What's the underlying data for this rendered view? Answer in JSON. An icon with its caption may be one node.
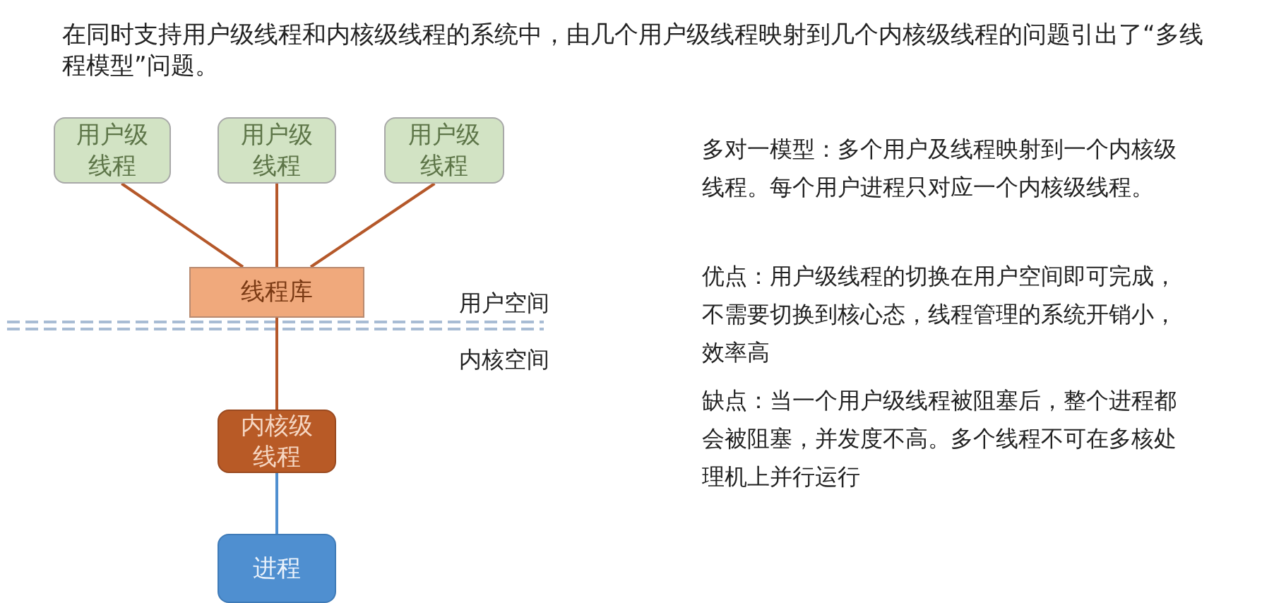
{
  "diagram": {
    "title": "在同时支持用户级线程和内核级线程的系统中，由几个用户级线程映射到几个内核级线程的问题引出了“多线程模型”问题。",
    "nodes": [
      {
        "text": [
          "用户级线程"
        ]
      },
      {
        "text": [
          "用户级线程"
        ]
      },
      {
        "text": [
          "用户级线程"
        ]
      },
      {
        "text": [
          "线程库"
        ]
      },
      {
        "text": [
          "内核级线程"
        ]
      },
      {
        "text": [
          "进程"
        ]
      }
    ],
    "edges": [
      {
        "from": 0,
        "to": 3,
        "arrow": "none"
      },
      {
        "from": 1,
        "to": 3,
        "arrow": "none"
      },
      {
        "from": 2,
        "to": 3,
        "arrow": "none"
      },
      {
        "from": 3,
        "to": 4,
        "arrow": "none"
      },
      {
        "from": 4,
        "to": 5,
        "arrow": "none",
        "color": "#4f8fd0"
      }
    ],
    "labels": [
      "用户空间",
      "内核空间",
      "多对一模型：多个用户及线程映射到一个内核级线程。每个用户进程只对应一个内核级线程。",
      "优点：用户级线程的切换在用户空间即可完成，不需要切换到核心态，线程管理的系统开销小，效率高",
      "缺点：当一个用户级线程被阻塞后，整个进程都会被阻塞，并发度不高。多个线程不可在多核处理机上并行运行"
    ]
  }
}
